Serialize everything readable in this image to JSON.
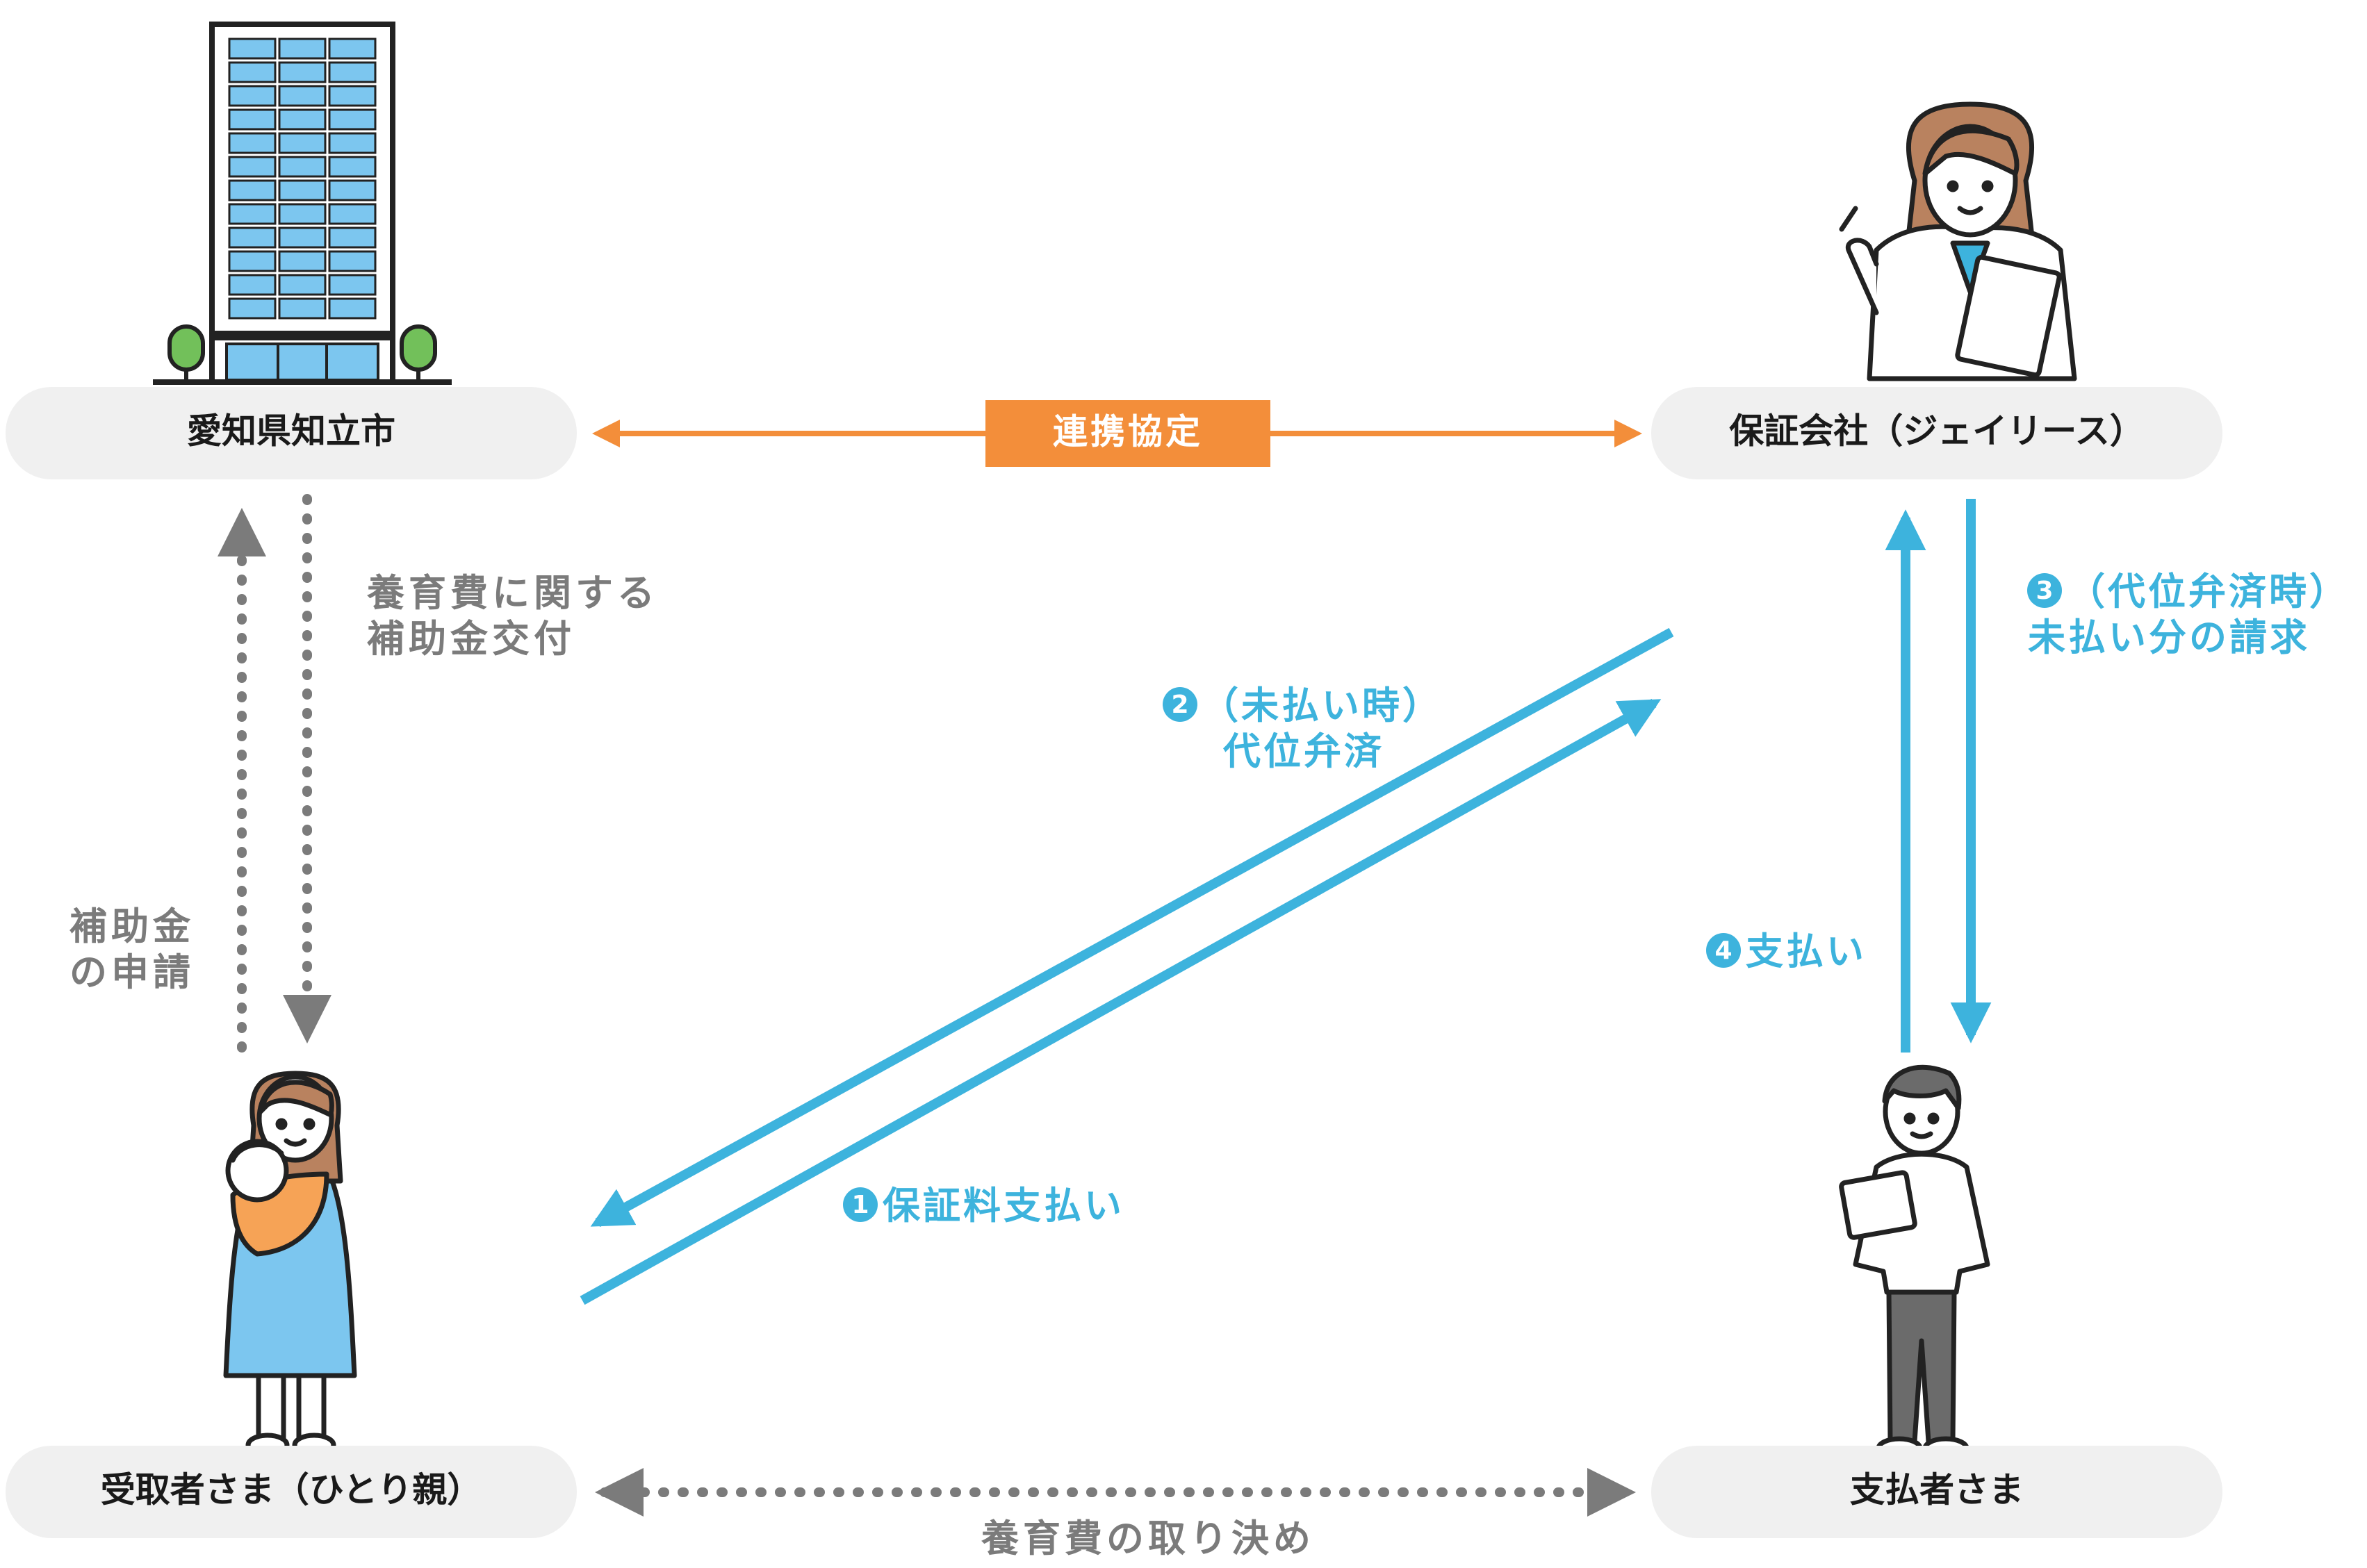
{
  "nodes": {
    "city": "愛知県知立市",
    "guarantor": "保証会社（ジェイリース）",
    "recipient": "受取者さま（ひとり親）",
    "payer": "支払者さま"
  },
  "edges": {
    "partnership": "連携協定",
    "subsidy_grant": [
      "養育費に関する",
      "補助金交付"
    ],
    "subsidy_apply": [
      "補助金",
      "の申請"
    ],
    "step1": "保証料支払い",
    "step2": [
      "（未払い時）",
      "代位弁済"
    ],
    "step3": [
      "（代位弁済時）",
      "未払い分の請求"
    ],
    "step4": "支払い",
    "agreement": "養育費の取り決め"
  },
  "step_numbers": {
    "step1": "1",
    "step2": "2",
    "step3": "3",
    "step4": "4"
  },
  "colors": {
    "blue": "#3db3dd",
    "orange": "#f38e3a",
    "gray": "#7b7b7b",
    "node_bg": "#f0f0f0"
  }
}
